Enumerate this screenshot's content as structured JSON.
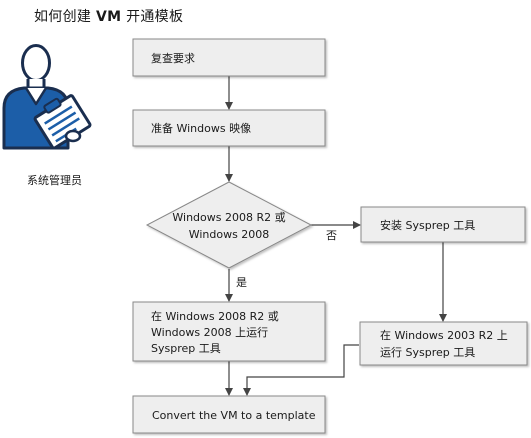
{
  "title": {
    "prefix": "如何创建 ",
    "emphasis": "VM",
    "suffix": " 开通模板"
  },
  "role": {
    "label": "系统管理员",
    "icon": "administrator-with-clipboard-icon"
  },
  "nodes": {
    "review": {
      "lines": [
        "复查要求"
      ]
    },
    "prepare": {
      "lines": [
        "准备 Windows 映像"
      ]
    },
    "decision": {
      "lines": [
        "Windows 2008 R2 或",
        "Windows 2008"
      ]
    },
    "install_sysprep": {
      "lines": [
        "安装 Sysprep 工具"
      ]
    },
    "run_sysprep_2008": {
      "lines": [
        "在 Windows 2008 R2 或",
        "Windows 2008 上运行",
        "Sysprep 工具"
      ]
    },
    "run_sysprep_2003": {
      "lines": [
        "在 Windows 2003 R2 上",
        "运行 Sysprep 工具"
      ]
    },
    "convert": {
      "lines": [
        "Convert the VM to a template"
      ]
    }
  },
  "edges": {
    "yes_label": "是",
    "no_label": "否"
  },
  "colors": {
    "box_fill": "#eeeeee",
    "box_stroke": "#888888",
    "line": "#444444",
    "icon_blue": "#1c5ea8",
    "icon_dark": "#1a2e4f"
  }
}
